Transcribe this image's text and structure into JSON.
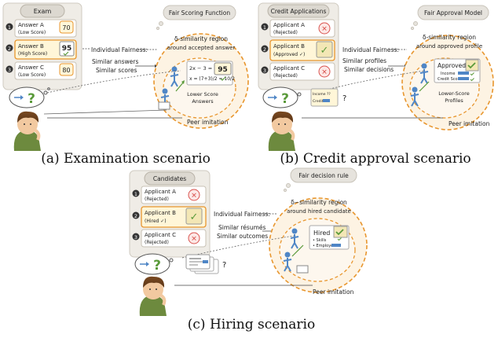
{
  "panels": [
    {
      "caption": "(a) Examination scenario",
      "list_title": "Exam",
      "items": [
        {
          "num": "1",
          "name": "Answer A",
          "status": "(Low Score)",
          "badge": "70"
        },
        {
          "num": "2",
          "name": "Answer B",
          "status": "(High Score)",
          "badge": "95"
        },
        {
          "num": "3",
          "name": "Answer C",
          "status": "(Low Score)",
          "badge": "80"
        }
      ],
      "function_label": "Fair Scoring Function",
      "fairness_title": "Individual Fairness:",
      "fairness_line1": "Similar answers",
      "fairness_line2": "Similar scores",
      "region_line1": "δ-similarity region",
      "region_line2": "around accepted answer",
      "card_eq1": "2x − 3 = 7",
      "card_eq2": "x = (7+3)/2 = 10/2",
      "card_score": "95",
      "lower_line1": "Lower Score",
      "lower_line2": "Answers",
      "peer_label": "Peer imitation"
    },
    {
      "caption": "(b) Credit approval scenario",
      "list_title": "Credit Applications",
      "items": [
        {
          "num": "1",
          "name": "Applicant A",
          "status": "(Rejected)",
          "badge": "✕"
        },
        {
          "num": "2",
          "name": "Applicant B",
          "status": "(Approved ✓)",
          "badge": "✓"
        },
        {
          "num": "3",
          "name": "Applicant C",
          "status": "(Rejected)",
          "badge": "✕"
        }
      ],
      "function_label": "Fair Approval Model",
      "fairness_title": "Individual Fairness:",
      "fairness_line1": "Similar profiles",
      "fairness_line2": "Similar decisions",
      "region_line1": "δ-similarity region",
      "region_line2": "around approved profile",
      "card_title": "Approved",
      "card_row1": "Income",
      "card_row2": "Credit Score",
      "lower_line1": "Lower-Score",
      "lower_line2": "Profiles",
      "thought_label1": "Income ??",
      "thought_label2": "Credit",
      "peer_label": "Peer imitation"
    },
    {
      "caption": "(c) Hiring scenario",
      "list_title": "Candidates",
      "items": [
        {
          "num": "1",
          "name": "Applicant A",
          "status": "(Rejected)",
          "badge": "✕"
        },
        {
          "num": "2",
          "name": "Applicant B",
          "status": "(Hired ✓)",
          "badge": "✓"
        },
        {
          "num": "3",
          "name": "Applicant C",
          "status": "(Rejected)",
          "badge": "✕"
        }
      ],
      "function_label": "Fair decision rule",
      "fairness_title": "Individual Fairness:",
      "fairness_line1": "Similar résumés",
      "fairness_line2": "Similar outcomes",
      "region_line1": "δ−similarity region",
      "region_line2": "around hired candidate",
      "card_title": "Hired",
      "card_row1": "• Skills",
      "card_row2": "• Employer",
      "peer_label": "Peer imitation"
    }
  ],
  "question_mark": "?",
  "colors": {
    "orange": "#e8962e",
    "green": "#5a9a3a",
    "red": "#d9534f",
    "blue": "#4f86c6",
    "panel_bg": "#efece6",
    "card_yellow": "#fff6d8"
  }
}
